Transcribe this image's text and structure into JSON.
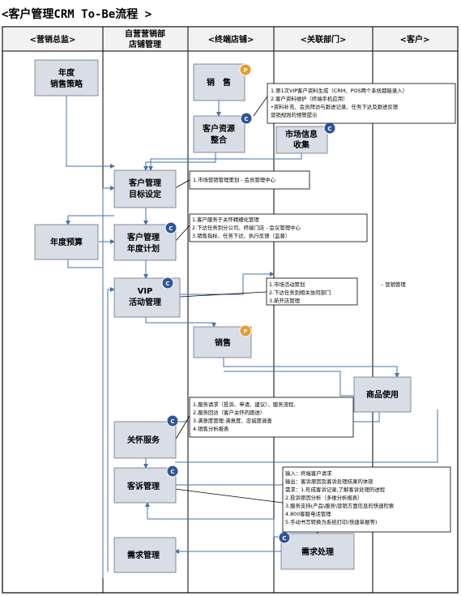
{
  "title": "<客户管理CRM To-Be流程 >",
  "lanes": [
    {
      "id": "lane-marketing-director",
      "label": "<营销总监>"
    },
    {
      "id": "lane-self-operated",
      "label": "自营营销部\n店铺管理"
    },
    {
      "id": "lane-terminal-store",
      "label": "<终端店铺>"
    },
    {
      "id": "lane-related-dept",
      "label": "<关联部门>"
    },
    {
      "id": "lane-customer",
      "label": "<客户>"
    }
  ],
  "boxes": [
    {
      "id": "annual-sales-strategy",
      "label": "年度\n销售策略",
      "badge": ""
    },
    {
      "id": "sales-1",
      "label": "销　售",
      "badge": "P"
    },
    {
      "id": "customer-data-integration",
      "label": "客户资源\n整合",
      "badge": "C"
    },
    {
      "id": "market-info-collection",
      "label": "市场信息\n收集",
      "badge": "C"
    },
    {
      "id": "customer-mgmt-target",
      "label": "客户管理\n目标设定",
      "badge": ""
    },
    {
      "id": "annual-budget",
      "label": "年度预算",
      "badge": ""
    },
    {
      "id": "customer-mgmt-annual-plan",
      "label": "客户管理\n年度计划",
      "badge": "C"
    },
    {
      "id": "vip-activity-mgmt",
      "label": "VIP\n活动管理",
      "badge": "C"
    },
    {
      "id": "sales-2",
      "label": "销售",
      "badge": "P"
    },
    {
      "id": "product-usage",
      "label": "商品使用",
      "badge": ""
    },
    {
      "id": "care-service",
      "label": "关怀服务",
      "badge": "C"
    },
    {
      "id": "complaint-mgmt",
      "label": "客诉管理",
      "badge": "C"
    },
    {
      "id": "demand-mgmt",
      "label": "需求管理",
      "badge": ""
    },
    {
      "id": "demand-handling",
      "label": "需求处理",
      "badge": "C"
    }
  ],
  "notes": [
    {
      "id": "note-vip-data",
      "lines": [
        "1.第1次VIP客户资料生成（CRM、POS两个系统都能录入）",
        "2.客户资料维护（终端手机应用）",
        "  •资料补充、会员拜访与跟进记录、任务下达及跟进反馈",
        "    营销规则的预警提示"
      ]
    },
    {
      "id": "note-target",
      "lines": [
        "1.市场营销管理策划  - 会员管理中心"
      ]
    },
    {
      "id": "note-annual-plan",
      "lines": [
        "1.客户服务于关怀精细化管理",
        "2.下达任务到分公司、终端门店  - 会议管理中心",
        "3.销售指标、任务下达、执行反馈（监督）"
      ]
    },
    {
      "id": "note-vip-activity",
      "lines": [
        "1.市场活动策划",
        "2.下达任务到相关协同部门",
        "3.新开店管理"
      ]
    },
    {
      "id": "note-marketing-mgmt",
      "lines": [
        "– 营销管理"
      ]
    },
    {
      "id": "note-care",
      "lines": [
        "1.服务请求（投诉、申请、建议）、服务流程、",
        "2.服务回访（客户关怀的跟进）",
        "3.满意度管理:满意度、忠诚度调查",
        "4.销售分析报表"
      ]
    },
    {
      "id": "note-complaint",
      "lines": [
        "输入：终端客户请求",
        "输出：客诉原因及客诉处理结果的体现",
        "需求：1.形成客诉记录,了解客诉处理的进程",
        "      2.投诉原因分析（多维分析报表）",
        "      3.服务支持(产品\\服务\\营销方面信息的快速检索",
        "      4.800客服电话管理",
        "      5.手动书写转换为系统打印(快速单据等)"
      ]
    }
  ],
  "colors": {
    "box_fill": "#d8dde6",
    "flow_line": "#4a72a8",
    "badge_c": "#2f5597",
    "badge_p": "#e99a2c"
  }
}
